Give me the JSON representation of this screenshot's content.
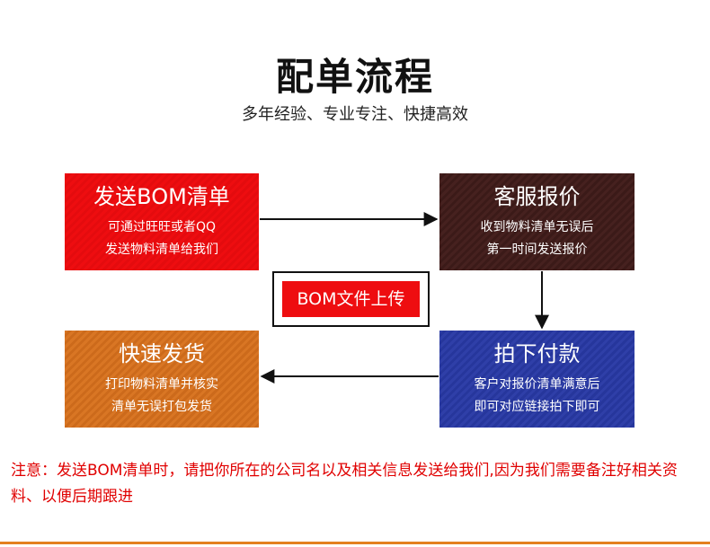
{
  "header": {
    "title": "配单流程",
    "subtitle": "多年经验、专业专注、快捷高效"
  },
  "steps": {
    "send_bom": {
      "title": "发送BOM清单",
      "lines": [
        "可通过旺旺或者QQ",
        "发送物料清单给我们"
      ],
      "color": "#ee0d10"
    },
    "customer_service": {
      "title": "客服报价",
      "lines": [
        "收到物料清单无误后",
        "第一时间发送报价"
      ],
      "color": "#3f1d1b"
    },
    "place_order": {
      "title": "拍下付款",
      "lines": [
        "客户对报价清单满意后",
        "即可对应链接拍下即可"
      ],
      "color": "#2b3ba4"
    },
    "ship": {
      "title": "快速发货",
      "lines": [
        "打印物料清单并核实",
        "清单无误打包发货"
      ],
      "color": "#d4701f"
    }
  },
  "upload_button": {
    "label": "BOM文件上传",
    "color": "#ee0d10"
  },
  "note": {
    "text": "注意：发送BOM清单时，请把你所在的公司名以及相关信息发送给我们,因为我们需要备注好相关资料、以便后期跟进",
    "color": "#e00000"
  },
  "accent_color": "#e4801f"
}
